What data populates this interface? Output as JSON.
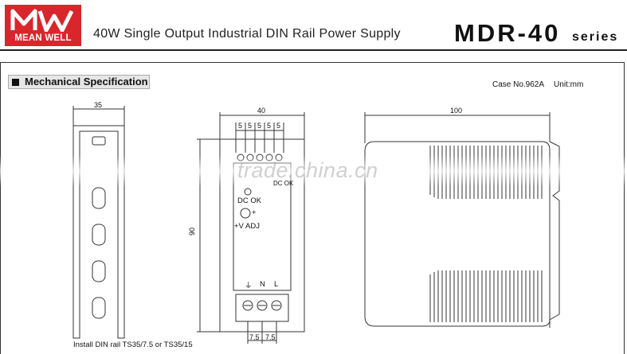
{
  "header": {
    "brand_logo_text": "MEAN WELL",
    "subtitle": "40W Single Output Industrial DIN Rail Power Supply",
    "model": "MDR-40",
    "series": "series"
  },
  "section": {
    "title": "Mechanical Specification",
    "case_no": "Case No.962A",
    "unit": "Unit:mm"
  },
  "dimensions": {
    "rail_width": "35",
    "front_width": "40",
    "pin_spacing": [
      "5",
      "5",
      "5",
      "5",
      "5"
    ],
    "height": "90",
    "side_depth": "100",
    "terminal_spacing": [
      "7.5",
      "7.5"
    ]
  },
  "front_panel": {
    "led_label": "DC OK",
    "led_label_top": "DC OK",
    "adj_label": "+V ADJ",
    "adj_plus": "+",
    "ground_label": "⏚",
    "n_label": "N",
    "l_label": "L"
  },
  "install_note": "Install DIN rail TS35/7.5 or TS35/15",
  "watermark": "trade.china.cn",
  "colors": {
    "brand_red": "#d9262c",
    "line": "#333333"
  }
}
